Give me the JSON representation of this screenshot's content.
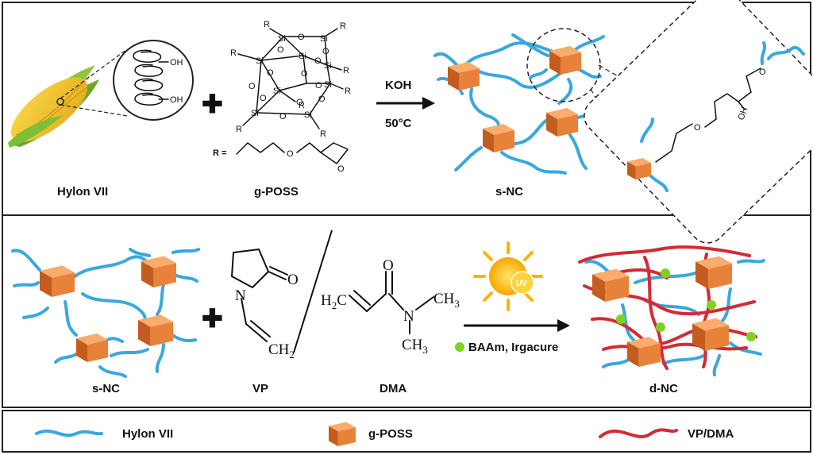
{
  "panel_top": {
    "labels": {
      "hylon": "Hylon VII",
      "gposs": "g-POSS",
      "snc": "s-NC"
    },
    "hydroxyl": "OH",
    "r_group_label": "R =",
    "cage_atoms": {
      "si": "Si",
      "o": "O",
      "r": "R"
    },
    "condition_reagent": "KOH",
    "condition_temperature": "50°C",
    "zoom_atoms": {
      "o": "O",
      "oh": "OH"
    }
  },
  "panel_middle": {
    "labels": {
      "snc": "s-NC",
      "vp": "VP",
      "dma": "DMA",
      "dnc": "d-NC"
    },
    "vp_atoms": {
      "n": "N",
      "o": "O",
      "ch2": "CH2"
    },
    "dma_atoms": {
      "h2c": "H2C",
      "o": "O",
      "n": "N",
      "ch3": "CH3"
    },
    "uv_label": "UV",
    "crosslinker": "BAAm, Irgacure"
  },
  "legend": [
    {
      "label": "Hylon VII",
      "symbol": "blue-chain",
      "color": "#3aa7dd"
    },
    {
      "label": "g-POSS",
      "symbol": "orange-cube",
      "color": "#e8823a"
    },
    {
      "label": "VP/DMA",
      "symbol": "red-chain",
      "color": "#d42a36"
    }
  ],
  "colors": {
    "starch_chain": "#3aa7dd",
    "poss_cube": "#e8823a",
    "polymer_chain": "#d42a36",
    "crosslinker_dot": "#7ed321",
    "sun": "#f7b500"
  }
}
